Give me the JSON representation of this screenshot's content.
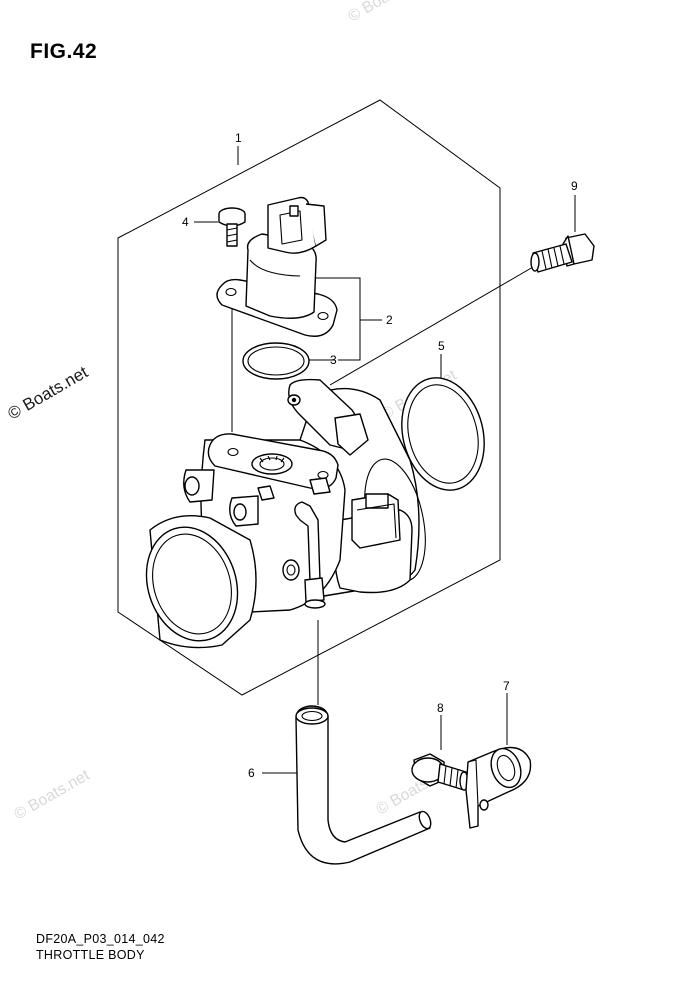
{
  "figure": {
    "title": "FIG.42",
    "code": "DF20A_P03_014_042",
    "name": "THROTTLE BODY"
  },
  "callouts": [
    "1",
    "2",
    "3",
    "4",
    "5",
    "6",
    "7",
    "8",
    "9"
  ],
  "watermarks": {
    "main": "© Boats.net",
    "faint": "© Boats.net"
  }
}
